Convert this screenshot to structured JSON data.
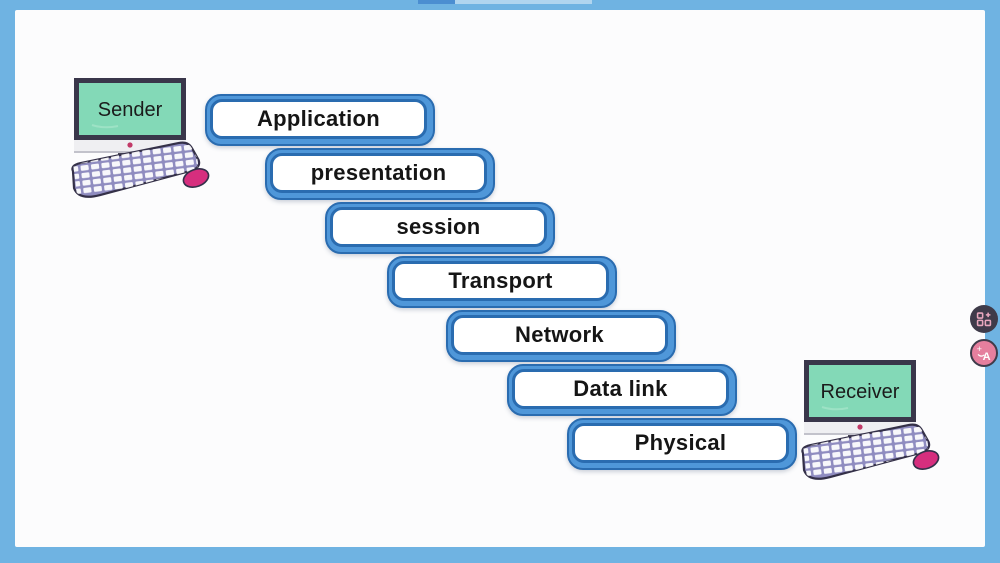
{
  "canvas": {
    "background": "#fcfcfd",
    "frame_color": "#6fb3e2"
  },
  "sender": {
    "label": "Sender"
  },
  "receiver": {
    "label": "Receiver"
  },
  "layers": [
    {
      "label": "Application"
    },
    {
      "label": "presentation"
    },
    {
      "label": "session"
    },
    {
      "label": "Transport"
    },
    {
      "label": "Network"
    },
    {
      "label": "Data link"
    },
    {
      "label": "Physical"
    }
  ],
  "side_icons": [
    {
      "name": "grid-add-icon"
    },
    {
      "name": "translate-icon",
      "plus_glyph": "+",
      "letter_glyph": "A"
    }
  ],
  "colors": {
    "box_border": "#2a6cb0",
    "box_band": "#4f97d9",
    "screen_green": "#83d9b7",
    "keyboard_purple": "#8f8cc0",
    "mouse_pink": "#d62e7e",
    "icon_dark_bg": "#3f3b4a",
    "icon_pink_bg": "#e57f9e"
  }
}
